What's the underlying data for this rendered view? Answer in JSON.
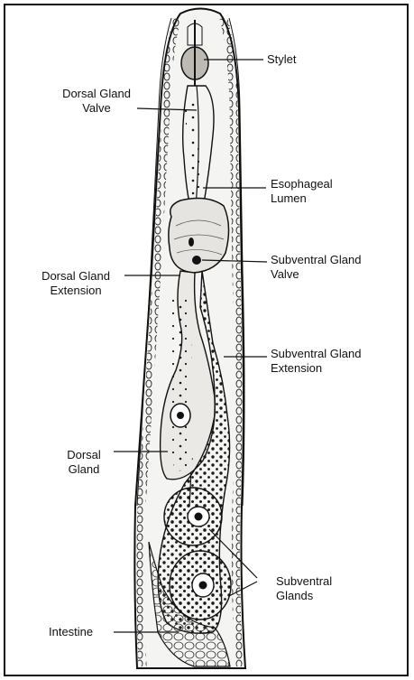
{
  "diagram": {
    "labels": {
      "stylet": "Stylet",
      "dorsal_gland_valve": "Dorsal Gland\nValve",
      "esophageal_lumen": "Esophageal\nLumen",
      "subventral_gland_valve": "Subventral Gland\nValve",
      "dorsal_gland_extension": "Dorsal Gland\nExtension",
      "subventral_gland_extension": "Subventral Gland\nExtension",
      "dorsal_gland": "Dorsal\nGland",
      "subventral_glands": "Subventral\nGlands",
      "intestine": "Intestine"
    },
    "colors": {
      "ink": "#111111",
      "body_fill": "#f4f4f2",
      "gland_fill": "#ececea",
      "dot": "#1a1a1a"
    }
  }
}
